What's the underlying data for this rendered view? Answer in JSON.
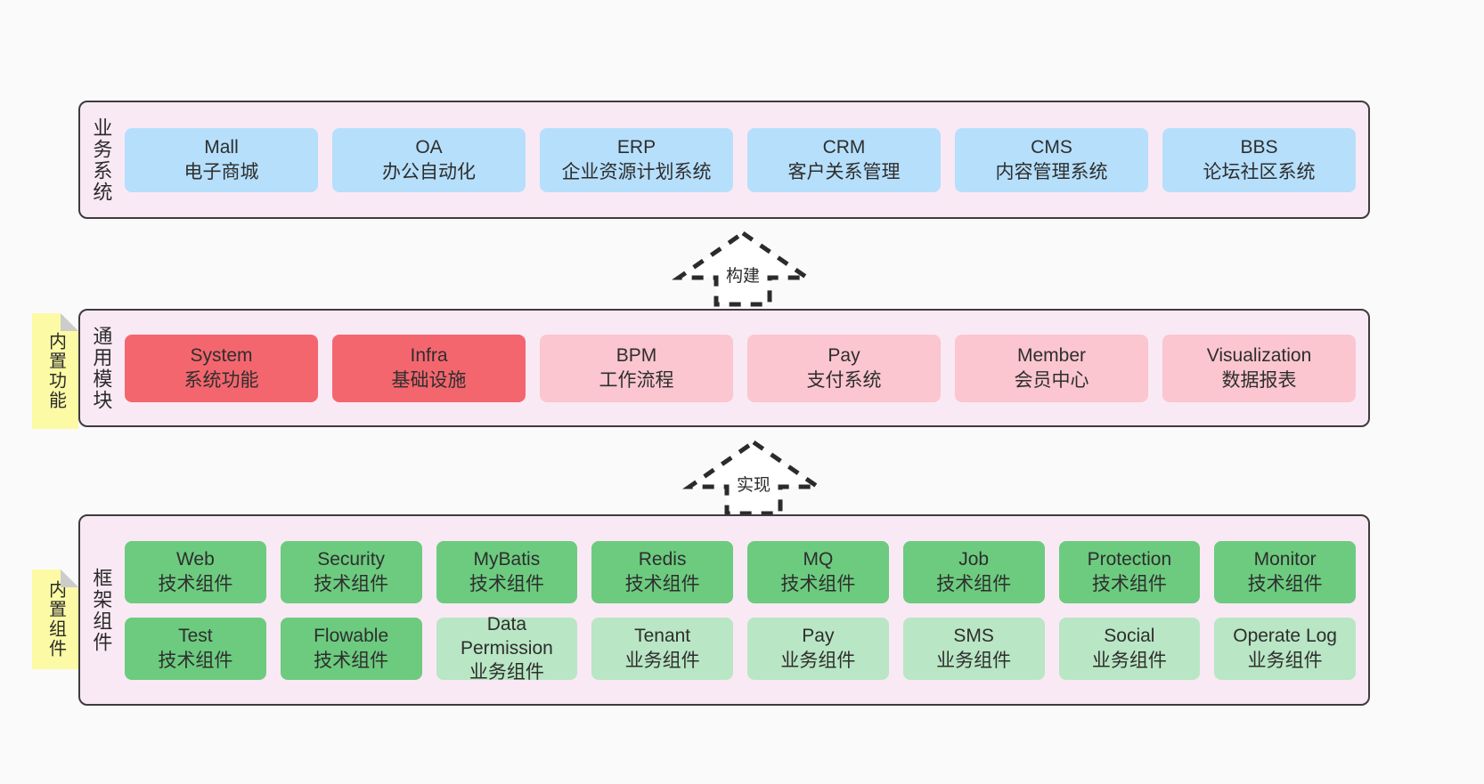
{
  "diagram": {
    "background": "#fafafa",
    "layer_fill": "#f9e9f4",
    "layer_border": "#3c3c3c",
    "sticky_fill": "#fcfaa4",
    "colors": {
      "business_card": "#b6dffb",
      "module_core": "#f4666e",
      "module_plain": "#fbc6cf",
      "tech_component": "#6ccb7f",
      "biz_component": "#b9e6c4"
    }
  },
  "layers": {
    "business": {
      "title": "业务系统",
      "cards": [
        {
          "en": "Mall",
          "cn": "电子商城"
        },
        {
          "en": "OA",
          "cn": "办公自动化"
        },
        {
          "en": "ERP",
          "cn": "企业资源计划系统"
        },
        {
          "en": "CRM",
          "cn": "客户关系管理"
        },
        {
          "en": "CMS",
          "cn": "内容管理系统"
        },
        {
          "en": "BBS",
          "cn": "论坛社区系统"
        }
      ]
    },
    "common": {
      "title": "通用模块",
      "sticky": "内置功能",
      "cards": [
        {
          "en": "System",
          "cn": "系统功能"
        },
        {
          "en": "Infra",
          "cn": "基础设施"
        },
        {
          "en": "BPM",
          "cn": "工作流程"
        },
        {
          "en": "Pay",
          "cn": "支付系统"
        },
        {
          "en": "Member",
          "cn": "会员中心"
        },
        {
          "en": "Visualization",
          "cn": "数据报表"
        }
      ]
    },
    "framework": {
      "title": "框架组件",
      "sticky": "内置组件",
      "row1": [
        {
          "en": "Web",
          "cn": "技术组件"
        },
        {
          "en": "Security",
          "cn": "技术组件"
        },
        {
          "en": "MyBatis",
          "cn": "技术组件"
        },
        {
          "en": "Redis",
          "cn": "技术组件"
        },
        {
          "en": "MQ",
          "cn": "技术组件"
        },
        {
          "en": "Job",
          "cn": "技术组件"
        },
        {
          "en": "Protection",
          "cn": "技术组件"
        },
        {
          "en": "Monitor",
          "cn": "技术组件"
        }
      ],
      "row2": [
        {
          "en": "Test",
          "cn": "技术组件"
        },
        {
          "en": "Flowable",
          "cn": "技术组件"
        },
        {
          "en": "Data Permission",
          "cn": "业务组件"
        },
        {
          "en": "Tenant",
          "cn": "业务组件"
        },
        {
          "en": "Pay",
          "cn": "业务组件"
        },
        {
          "en": "SMS",
          "cn": "业务组件"
        },
        {
          "en": "Social",
          "cn": "业务组件"
        },
        {
          "en": "Operate Log",
          "cn": "业务组件"
        }
      ]
    }
  },
  "connectors": {
    "build": "构建",
    "implement": "实现"
  }
}
